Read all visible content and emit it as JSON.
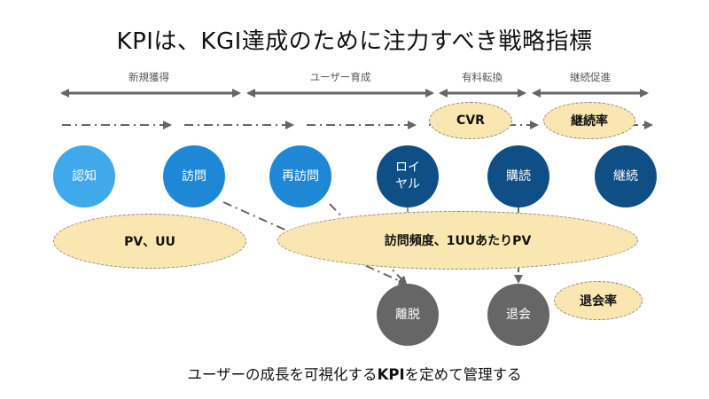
{
  "title": "KPIは、KGI達成のために注力すべき戦略指標",
  "stages": {
    "acquisition": "新規獲得",
    "nurturing": "ユーザー育成",
    "conversion": "有料転換",
    "retention": "継続促進"
  },
  "nodes": {
    "awareness": "認知",
    "visit": "訪問",
    "revisit": "再訪問",
    "loyal_line1": "ロイ",
    "loyal_line2": "ヤル",
    "subscribe": "購読",
    "continue": "継続",
    "churn_leave": "離脱",
    "churn_cancel": "退会"
  },
  "kpis": {
    "pv_uu": "PV、UU",
    "visit_frequency": "訪問頻度、1UUあたりPV",
    "cvr": "CVR",
    "continuation_rate": "継続率",
    "cancellation_rate": "退会率"
  },
  "footer": {
    "before": "ユーザーの成長を可視化する",
    "highlight": "KPI",
    "after": "を定めて管理する"
  },
  "colors": {
    "light_blue": "#3fa9ec",
    "mid_blue": "#1e88d6",
    "dark_blue": "#0f4f86",
    "gray": "#666666",
    "kpi_fill": "#fae6b0",
    "arrow": "#666666"
  }
}
